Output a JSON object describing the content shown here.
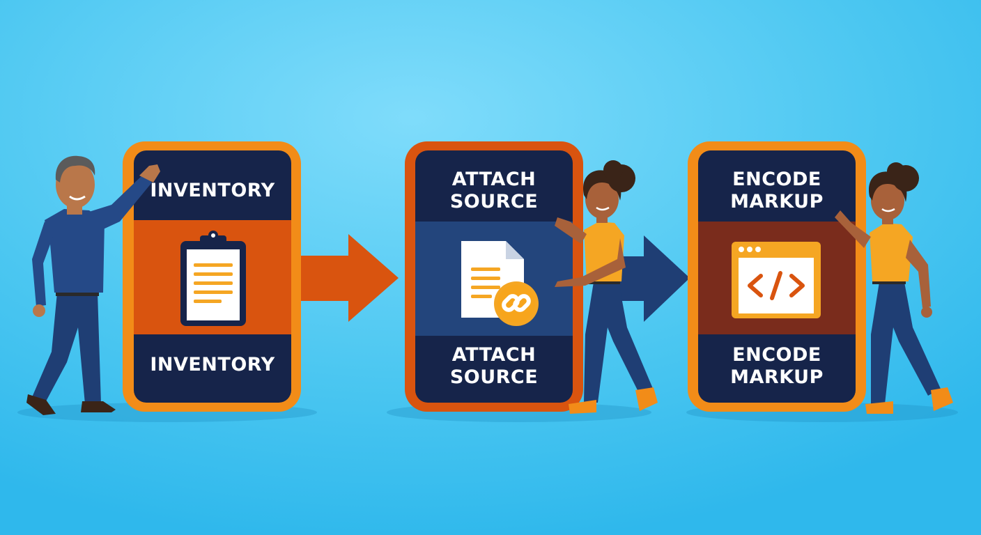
{
  "steps": [
    {
      "top_label": [
        "INVENTORY"
      ],
      "bottom_label": [
        "INVENTORY"
      ],
      "icon": "clipboard-icon"
    },
    {
      "top_label": [
        "ATTACH",
        "SOURCE"
      ],
      "bottom_label": [
        "ATTACH",
        "SOURCE"
      ],
      "icon": "document-link-icon"
    },
    {
      "top_label": [
        "ENCODE",
        "MARKUP"
      ],
      "bottom_label": [
        "ENCODE",
        "MARKUP"
      ],
      "icon": "code-window-icon"
    }
  ],
  "colors": {
    "background": "#63d2f7",
    "card_border": "#f28c18",
    "card_navy": "#16244a",
    "band_orange": "#d9540f",
    "band_blue": "#23457c",
    "band_maroon": "#7a2c1c",
    "arrow_orange": "#d9540f",
    "arrow_navy": "#1f3e74",
    "shirt_navy": "#254987",
    "shirt_orange": "#f5a623"
  }
}
